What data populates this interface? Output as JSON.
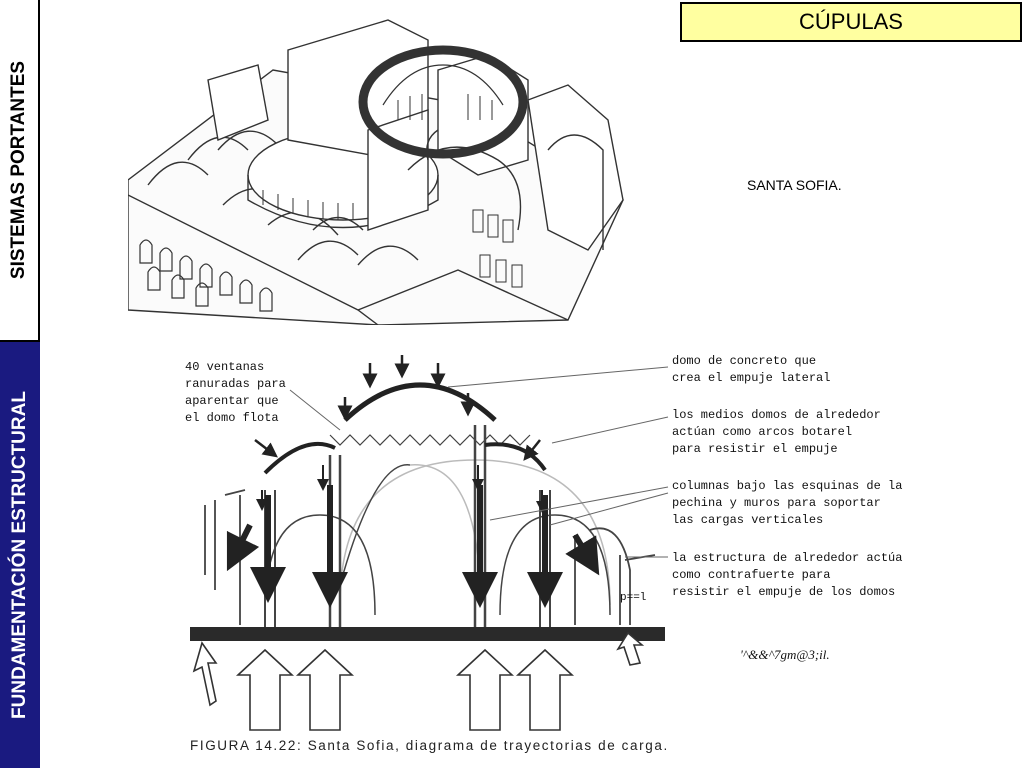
{
  "sidebar": {
    "top_label": "SISTEMAS PORTANTES",
    "bottom_label": "FUNDAMENTACIÓN ESTRUCTURAL"
  },
  "header": {
    "title": "CÚPULAS"
  },
  "image_caption": "SANTA SOFIA.",
  "diagram": {
    "label_windows": "40 ventanas\nranuradas para\naparentar que\nel domo flota",
    "label_dome": "domo de concreto que\ncrea el empuje lateral",
    "label_half_domes": "los medios domos de alrededor\nactúan como arcos botarel\npara resistir el empuje",
    "label_columns": "columnas bajo las esquinas de la\npechina y muros para soportar\nlas cargas verticales",
    "label_structure": "la estructura de alrededor actúa\ncomo contrafuerte para\nresistir el empuje de los domos",
    "small_mark": "p==l",
    "scribble": "'^&&^7gm@3;il.",
    "figure_caption": "FIGURA 14.22: Santa Sofia, diagrama de trayectorias de carga."
  }
}
